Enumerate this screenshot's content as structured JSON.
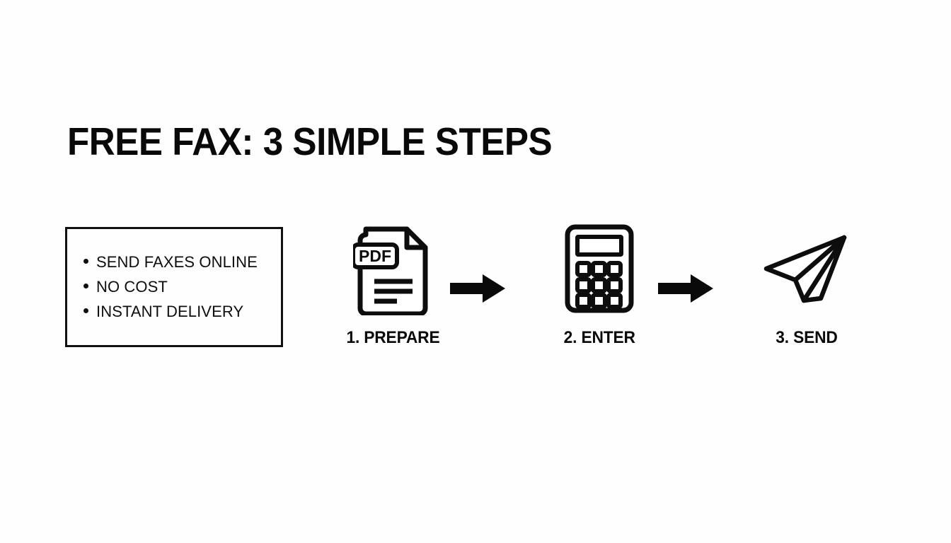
{
  "page": {
    "title": "FREE FAX: 3 SIMPLE STEPS",
    "background_color": "#fefeff",
    "ink_color": "#0d0d0d"
  },
  "features": {
    "items": [
      {
        "text": "SEND FAXES ONLINE"
      },
      {
        "text": "NO COST"
      },
      {
        "text": "INSTANT DELIVERY"
      }
    ]
  },
  "steps": [
    {
      "label": "1. PREPARE",
      "icon": "pdf-document-icon",
      "icon_text": "PDF"
    },
    {
      "label": "2. ENTER",
      "icon": "calculator-icon"
    },
    {
      "label": "3. SEND",
      "icon": "paper-plane-icon"
    }
  ],
  "connectors": [
    {
      "icon": "arrow-right-icon"
    },
    {
      "icon": "arrow-right-icon"
    }
  ]
}
